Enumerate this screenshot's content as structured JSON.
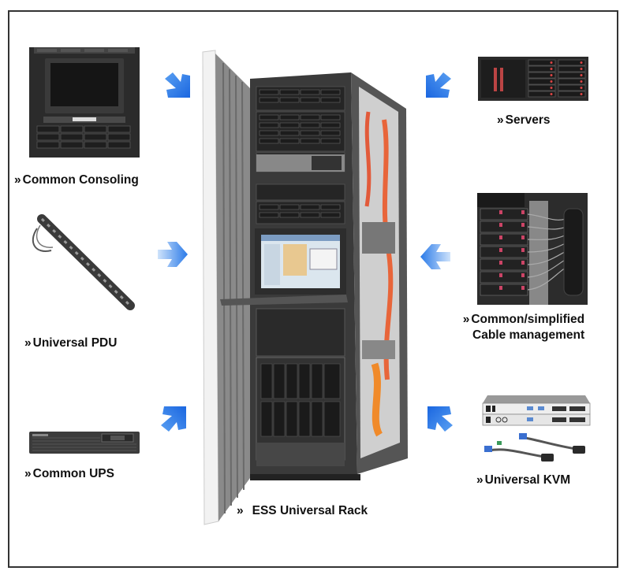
{
  "diagram": {
    "center": {
      "label": "ESS Universal Rack",
      "icon": "server-rack"
    },
    "components": [
      {
        "id": "consoling",
        "label": "Common Consoling",
        "icon": "rack-console-monitor"
      },
      {
        "id": "pdu",
        "label": "Universal PDU",
        "icon": "power-distribution-unit"
      },
      {
        "id": "ups",
        "label": "Common UPS",
        "icon": "ups-unit"
      },
      {
        "id": "servers",
        "label": "Servers",
        "icon": "rack-server"
      },
      {
        "id": "cable",
        "label_line1": "Common/simplified",
        "label_line2": "Cable management",
        "icon": "cable-management"
      },
      {
        "id": "kvm",
        "label": "Universal KVM",
        "icon": "kvm-switch"
      }
    ],
    "bullet_glyph": "»",
    "colors": {
      "arrow": "#2a7ae8",
      "arrow_light": "#8fc0f7",
      "frame": "#333333",
      "text": "#111111"
    }
  }
}
